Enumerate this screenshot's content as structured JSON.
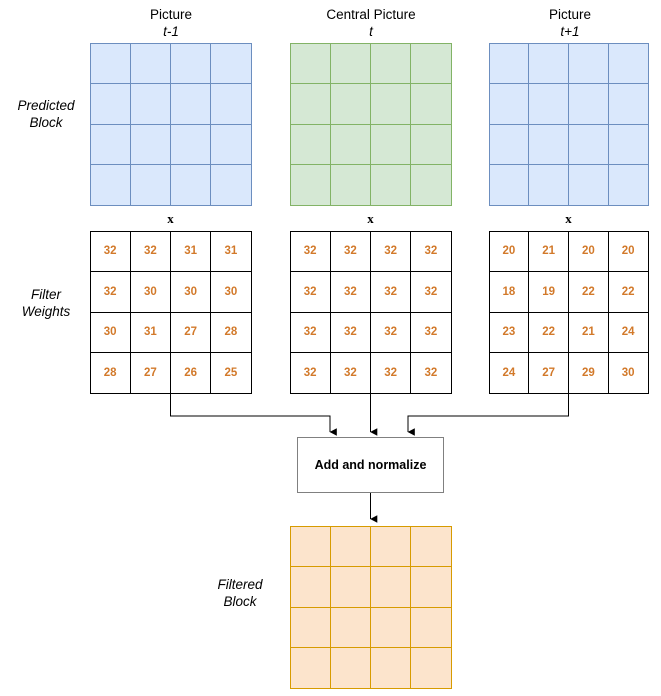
{
  "diagram": {
    "title_semantic": "temporal-filter-block-diagram",
    "columns": [
      {
        "id": "prev",
        "name": "Picture",
        "time": "t-1",
        "block_color": "#dae8fc",
        "block_border": "#6c8ebf"
      },
      {
        "id": "central",
        "name": "Central Picture",
        "time": "t",
        "block_color": "#d5e8d4",
        "block_border": "#82b366"
      },
      {
        "id": "next",
        "name": "Picture",
        "time": "t+1",
        "block_color": "#dae8fc",
        "block_border": "#6c8ebf"
      }
    ],
    "row_labels": {
      "predicted_block": "Predicted\nBlock",
      "predicted_block_line1": "Predicted",
      "predicted_block_line2": "Block",
      "filter_weights_line1": "Filter",
      "filter_weights_line2": "Weights",
      "filtered_block_line1": "Filtered",
      "filtered_block_line2": "Block"
    },
    "operator_symbol": "x",
    "process": {
      "label": "Add and normalize"
    },
    "filter_weights": {
      "note": "4x4 filter weight matrices, one per picture column",
      "accent_color": "#d2792a",
      "matrices": [
        {
          "column": "prev",
          "rows": [
            [
              32,
              32,
              31,
              31
            ],
            [
              32,
              30,
              30,
              30
            ],
            [
              30,
              31,
              27,
              28
            ],
            [
              28,
              27,
              26,
              25
            ]
          ]
        },
        {
          "column": "central",
          "rows": [
            [
              32,
              32,
              32,
              32
            ],
            [
              32,
              32,
              32,
              32
            ],
            [
              32,
              32,
              32,
              32
            ],
            [
              32,
              32,
              32,
              32
            ]
          ]
        },
        {
          "column": "next",
          "rows": [
            [
              20,
              21,
              20,
              20
            ],
            [
              18,
              19,
              22,
              22
            ],
            [
              23,
              22,
              21,
              24
            ],
            [
              24,
              27,
              29,
              30
            ]
          ]
        }
      ]
    },
    "output_block": {
      "color": "#fce4cc",
      "border": "#d79b00",
      "grid": "4x4"
    }
  }
}
